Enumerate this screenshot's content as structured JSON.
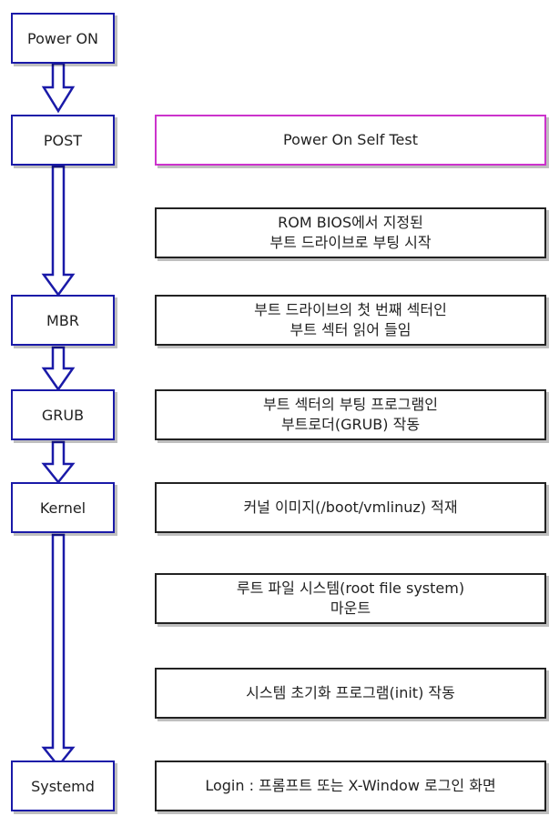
{
  "stages": [
    {
      "id": "power-on",
      "label": "Power ON"
    },
    {
      "id": "post",
      "label": "POST"
    },
    {
      "id": "mbr",
      "label": "MBR"
    },
    {
      "id": "grub",
      "label": "GRUB"
    },
    {
      "id": "kernel",
      "label": "Kernel"
    },
    {
      "id": "systemd",
      "label": "Systemd"
    }
  ],
  "descriptions": [
    {
      "id": "post-desc",
      "text": "Power On Self Test"
    },
    {
      "id": "rom-bios",
      "text": "ROM BIOS에서 지정된\n부트 드라이브로 부팅 시작"
    },
    {
      "id": "mbr-desc",
      "text": "부트 드라이브의 첫 번째 섹터인\n부트 섹터 읽어 들임"
    },
    {
      "id": "grub-desc",
      "text": "부트 섹터의 부팅 프로그램인\n부트로더(GRUB) 작동"
    },
    {
      "id": "kernel-desc",
      "text": "커널 이미지(/boot/vmlinuz) 적재"
    },
    {
      "id": "rootfs",
      "text": "루트 파일 시스템(root file system)\n마운트"
    },
    {
      "id": "init",
      "text": "시스템 초기화 프로그램(init) 작동"
    },
    {
      "id": "login",
      "text": "Login : 프롬프트 또는 X-Window 로그인 화면"
    }
  ],
  "colors": {
    "stage_border": "#1a1aa8",
    "arrow": "#1a1aa8",
    "post_desc_border": "#cc33cc",
    "text": "#222222"
  }
}
